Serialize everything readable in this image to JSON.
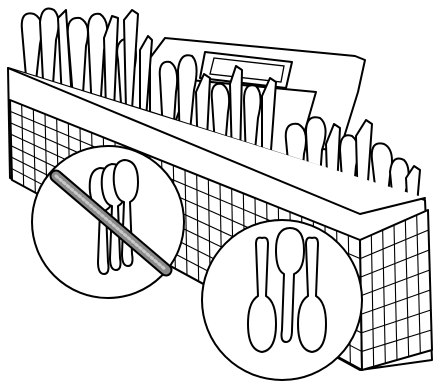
{
  "figure": {
    "subject": "cutlery-basket-loading-illustration",
    "colors": {
      "ink": "#000000",
      "paper": "#ffffff",
      "strike_bar": "#8a8a8a"
    },
    "panels": [
      {
        "id": "incorrect",
        "icon": "nested-spoons-icon",
        "crossed_out": true
      },
      {
        "id": "correct",
        "icon": "separated-spoons-icon",
        "crossed_out": false
      }
    ]
  }
}
